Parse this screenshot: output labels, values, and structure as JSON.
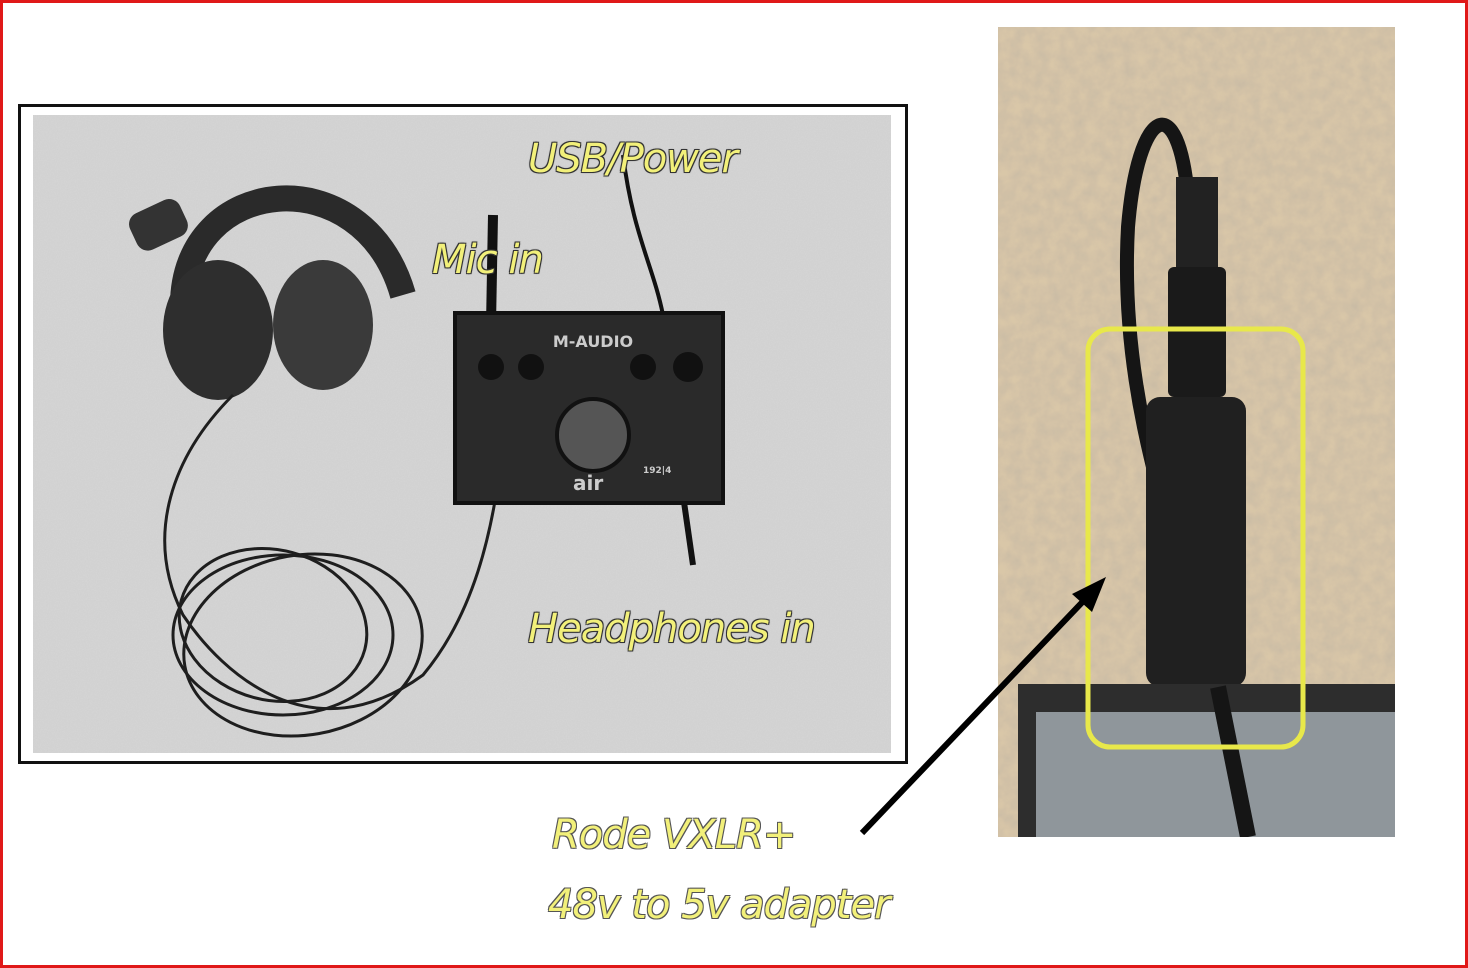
{
  "labels": {
    "usb_power": "USB/Power",
    "mic_in": "Mic in",
    "headphones_in": "Headphones in",
    "adapter_line1": "Rode VXLR+",
    "adapter_line2": "48v to 5v adapter"
  },
  "device": {
    "brand": "M-AUDIO",
    "logo": "air",
    "model": "192|4"
  },
  "colors": {
    "frame_border": "#e01818",
    "label_yellow": "#f2f07a",
    "highlight_box": "#e8e84a"
  }
}
